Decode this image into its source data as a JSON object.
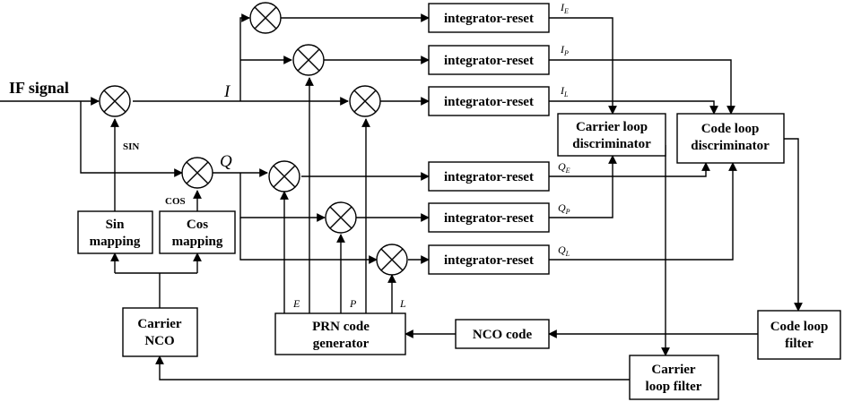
{
  "input": {
    "label": "IF signal"
  },
  "signals": {
    "i": "I",
    "q": "Q",
    "sin": "SIN",
    "cos": "COS",
    "e": "E",
    "p": "P",
    "l": "L"
  },
  "integrators": [
    {
      "label": "integrator-reset",
      "out": "I",
      "sub": "E"
    },
    {
      "label": "integrator-reset",
      "out": "I",
      "sub": "P"
    },
    {
      "label": "integrator-reset",
      "out": "I",
      "sub": "L"
    },
    {
      "label": "integrator-reset",
      "out": "Q",
      "sub": "E"
    },
    {
      "label": "integrator-reset",
      "out": "Q",
      "sub": "P"
    },
    {
      "label": "integrator-reset",
      "out": "Q",
      "sub": "L"
    }
  ],
  "blocks": {
    "carrier_disc": [
      "Carrier loop",
      "discriminator"
    ],
    "code_disc": [
      "Code loop",
      "discriminator"
    ],
    "sin_map": [
      "Sin",
      "mapping"
    ],
    "cos_map": [
      "Cos",
      "mapping"
    ],
    "carrier_nco": [
      "Carrier",
      "NCO"
    ],
    "prn": [
      "PRN code",
      "generator"
    ],
    "nco_code": [
      "NCO code"
    ],
    "code_filter": [
      "Code loop",
      "filter"
    ],
    "carrier_filter": [
      "Carrier",
      "loop filter"
    ]
  }
}
